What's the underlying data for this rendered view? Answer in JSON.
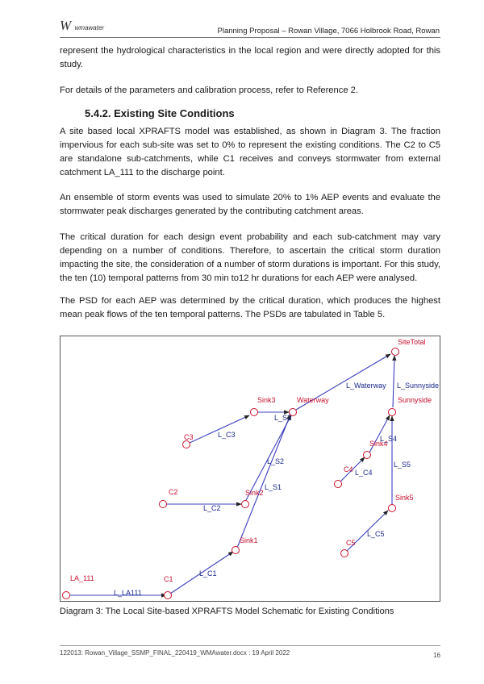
{
  "header": {
    "logo_mark": "W",
    "logo_text": "wmawater",
    "title": "Planning Proposal – Rowan Village, 7066 Holbrook Road, Rowan"
  },
  "body": {
    "para1": "represent the hydrological characteristics in the local region and were directly adopted for this study.",
    "para2": "For details of the parameters and calibration process, refer to Reference 2.",
    "section_heading": "5.4.2. Existing Site Conditions",
    "para3": "A site based local XPRAFTS model was established, as shown in Diagram 3. The fraction impervious for each sub-site was set to 0% to represent the existing conditions. The C2 to C5 are standalone sub-catchments, while C1 receives and conveys stormwater from external catchment LA_111 to the discharge point.",
    "para4": "An ensemble of storm events was used to simulate 20% to 1% AEP events and evaluate the stormwater peak discharges generated by the contributing catchment areas.",
    "para5": "The critical duration for each design event probability and each sub-catchment may vary depending on a number of conditions. Therefore, to ascertain the critical storm duration impacting the site, the consideration of a number of storm durations is important. For this study, the ten (10) temporal patterns from 30 min to12 hr durations for each AEP were analysed.",
    "para6": "The PSD for each AEP was determined by the critical duration, which produces the highest mean peak flows of the ten temporal patterns. The PSDs are tabulated in Table 5."
  },
  "diagram": {
    "nodes": {
      "sitetotal": "SiteTotal",
      "sink3": "Sink3",
      "waterway": "Waterway",
      "sunnyside": "Sunnyside",
      "c3": "C3",
      "sink4": "Sink4",
      "c4": "C4",
      "c2": "C2",
      "sink2": "Sink2",
      "sink5": "Sink5",
      "c5": "C5",
      "sink1": "Sink1",
      "la111": "LA_111",
      "c1": "C1"
    },
    "links": {
      "l_waterway": "L_Waterway",
      "l_sunnyside": "L_Sunnyside",
      "l_s3": "L_S3",
      "l_c3": "L_C3",
      "l_s4": "L_S4",
      "l_c4": "L_C4",
      "l_s2": "L_S2",
      "l_s5": "L_S5",
      "l_s1": "L_S1",
      "l_c2": "L_C2",
      "l_c5": "L_C5",
      "l_c1": "L_C1",
      "l_la111": "L_LA111"
    }
  },
  "caption": "Diagram 3: The Local Site-based XPRAFTS Model Schematic for Existing Conditions",
  "footer": {
    "file": "122013: Rowan_Village_SSMP_FINAL_220419_WMAwater.docx : 19 April 2022",
    "page": "16"
  }
}
